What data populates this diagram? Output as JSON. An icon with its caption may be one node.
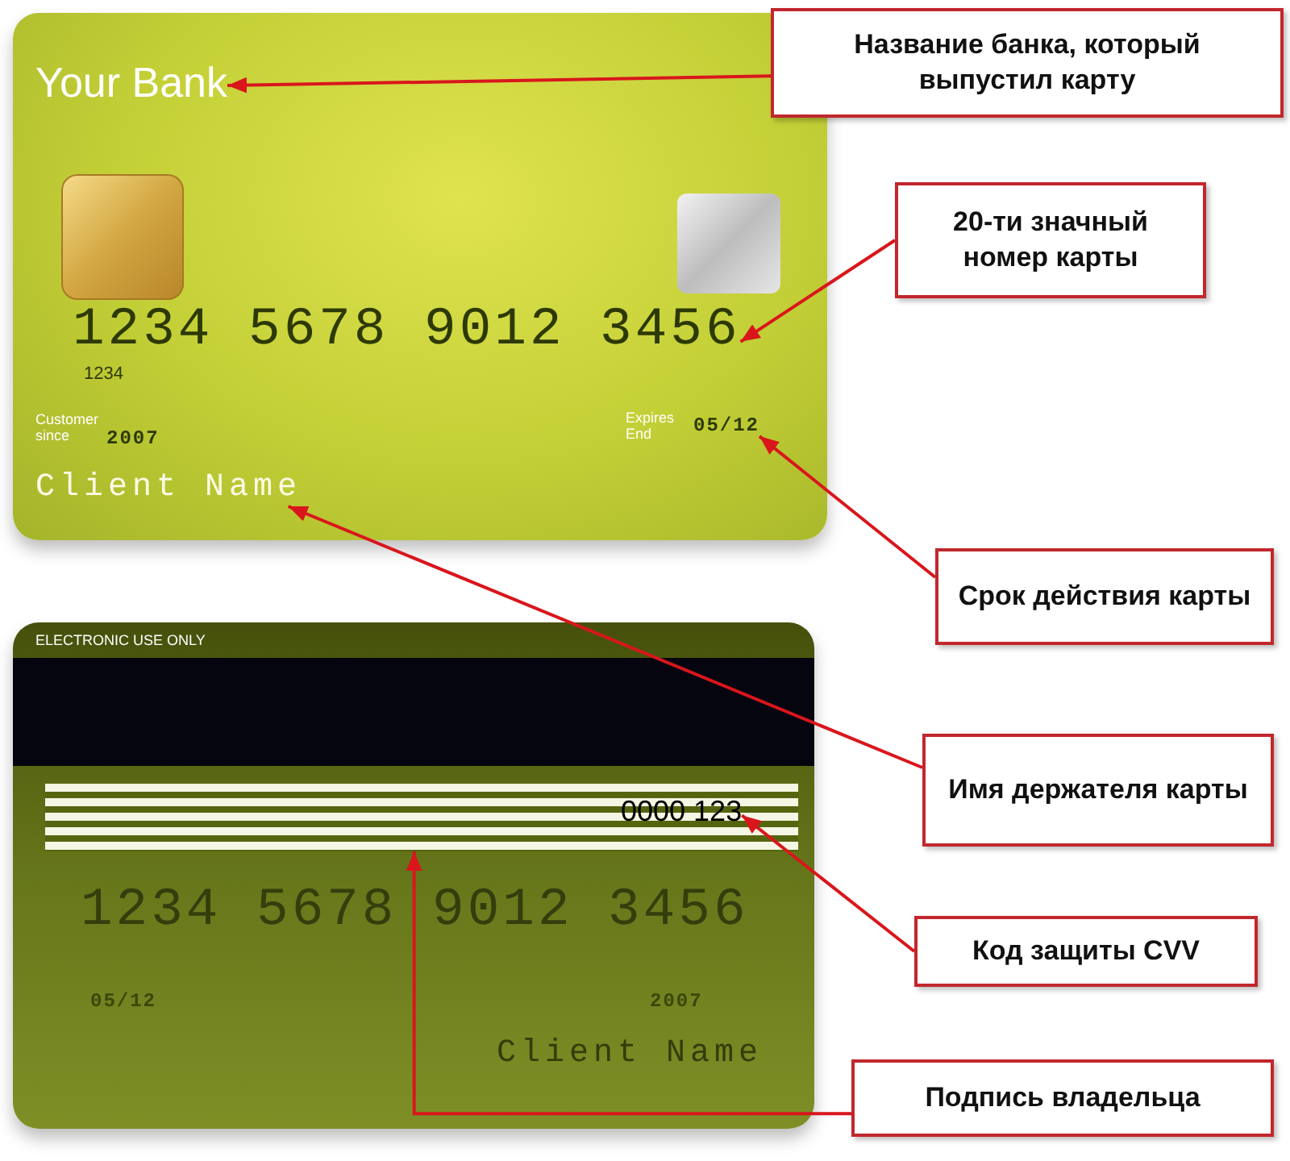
{
  "diagram": {
    "nodes": [
      {
        "text": [],
        "shape": "box"
      },
      {
        "text": [
          "Your Bank"
        ],
        "in": 0
      },
      {
        "text": [
          "1234 5678 9012 3456"
        ],
        "in": 0
      },
      {
        "text": [
          "Expires End",
          "05/12"
        ],
        "in": 0
      },
      {
        "text": [
          "Client Name"
        ],
        "in": 0
      },
      {
        "text": [],
        "shape": "box"
      },
      {
        "text": [],
        "shape": "bar",
        "in": 5
      },
      {
        "text": [
          "0000 123"
        ],
        "in": 6
      },
      {
        "text": [
          "Название банка, который выпустил карту"
        ]
      },
      {
        "text": [
          "20-ти значный номер карты"
        ]
      },
      {
        "text": [
          "Срок действия карты"
        ]
      },
      {
        "text": [
          "Имя держателя карты"
        ]
      },
      {
        "text": [
          "Код защиты CVV"
        ]
      },
      {
        "text": [
          "Подпись владельца"
        ]
      }
    ],
    "edges": [
      {
        "from": 8,
        "to": 1,
        "arrow": "to"
      },
      {
        "from": 9,
        "to": 2,
        "arrow": "to"
      },
      {
        "from": 10,
        "to": 3,
        "arrow": "to"
      },
      {
        "from": 11,
        "to": 4,
        "arrow": "to"
      },
      {
        "from": 12,
        "to": 7,
        "arrow": "to"
      },
      {
        "from": 13,
        "to": 6,
        "arrow": "to"
      }
    ],
    "labels": [
      "1234",
      "Customer since",
      "2007",
      "ELECTRONIC USE ONLY",
      "1234 5678 9012 3456",
      "05/12",
      "2007",
      "Client Name"
    ]
  }
}
